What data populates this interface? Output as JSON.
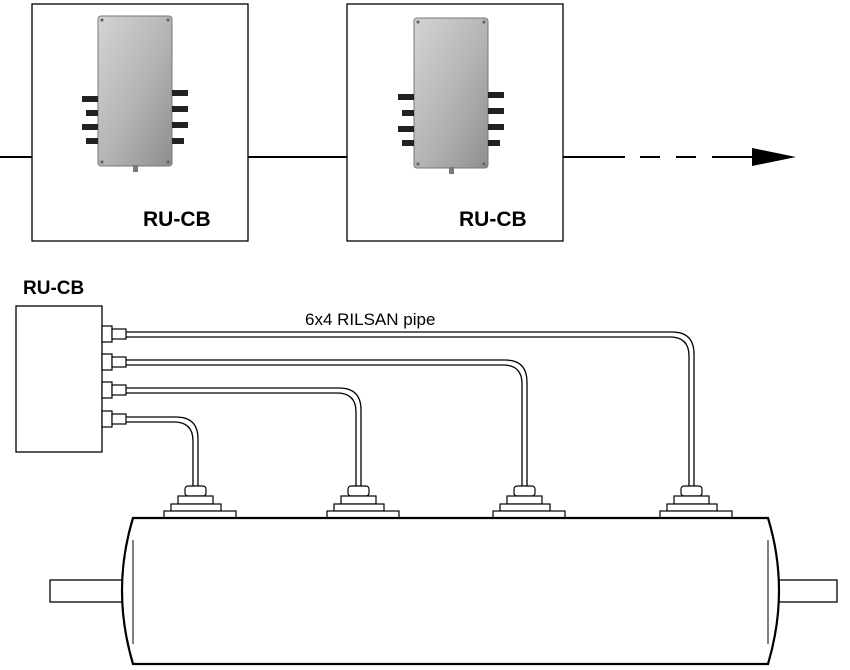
{
  "labels": {
    "box_left": "RU-CB",
    "box_right": "RU-CB",
    "lower_unit": "RU-CB",
    "pipe": "6x4 RILSAN pipe"
  },
  "colors": {
    "stroke": "#000000",
    "background": "#ffffff",
    "enclosure_light": "#c9c9c9",
    "enclosure_dark": "#8e8e8e"
  }
}
